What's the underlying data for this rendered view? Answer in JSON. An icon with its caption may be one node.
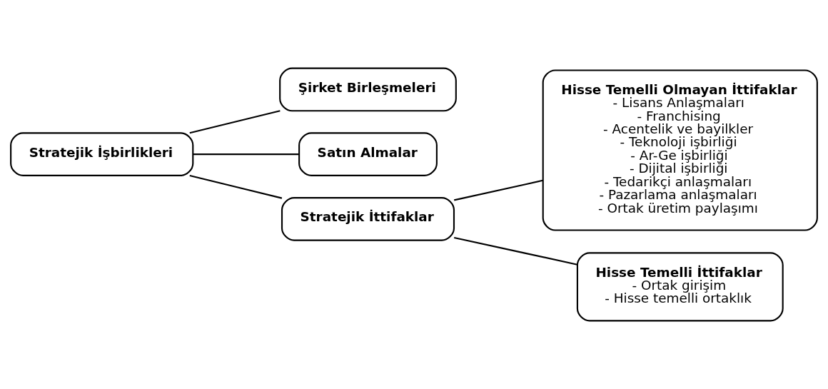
{
  "diagram": {
    "nodes": [
      {
        "text": [
          "Stratejik İşbirlikleri"
        ]
      },
      {
        "text": [
          "Şirket Birleşmeleri"
        ]
      },
      {
        "text": [
          "Satın Almalar"
        ]
      },
      {
        "text": [
          "Stratejik İttifaklar"
        ]
      },
      {
        "text": [
          "Hisse Temelli Olmayan İttifaklar",
          "- Lisans Anlaşmaları",
          "- Franchising",
          "- Acentelik ve bayilkler",
          "- Teknoloji işbirliği",
          "- Ar-Ge işbirliği",
          "- Dijital işbirliği",
          "- Tedarikçi anlaşmaları",
          "- Pazarlama anlaşmaları",
          "- Ortak üretim paylaşımı"
        ]
      },
      {
        "text": [
          "Hisse Temelli İttifaklar",
          "- Ortak girişim",
          "- Hisse temelli ortaklık"
        ]
      }
    ],
    "edges": [
      {
        "from": 0,
        "to": 1,
        "arrow": "none"
      },
      {
        "from": 0,
        "to": 2,
        "arrow": "none"
      },
      {
        "from": 0,
        "to": 3,
        "arrow": "none"
      },
      {
        "from": 3,
        "to": 4,
        "arrow": "none"
      },
      {
        "from": 3,
        "to": 5,
        "arrow": "none"
      }
    ]
  }
}
